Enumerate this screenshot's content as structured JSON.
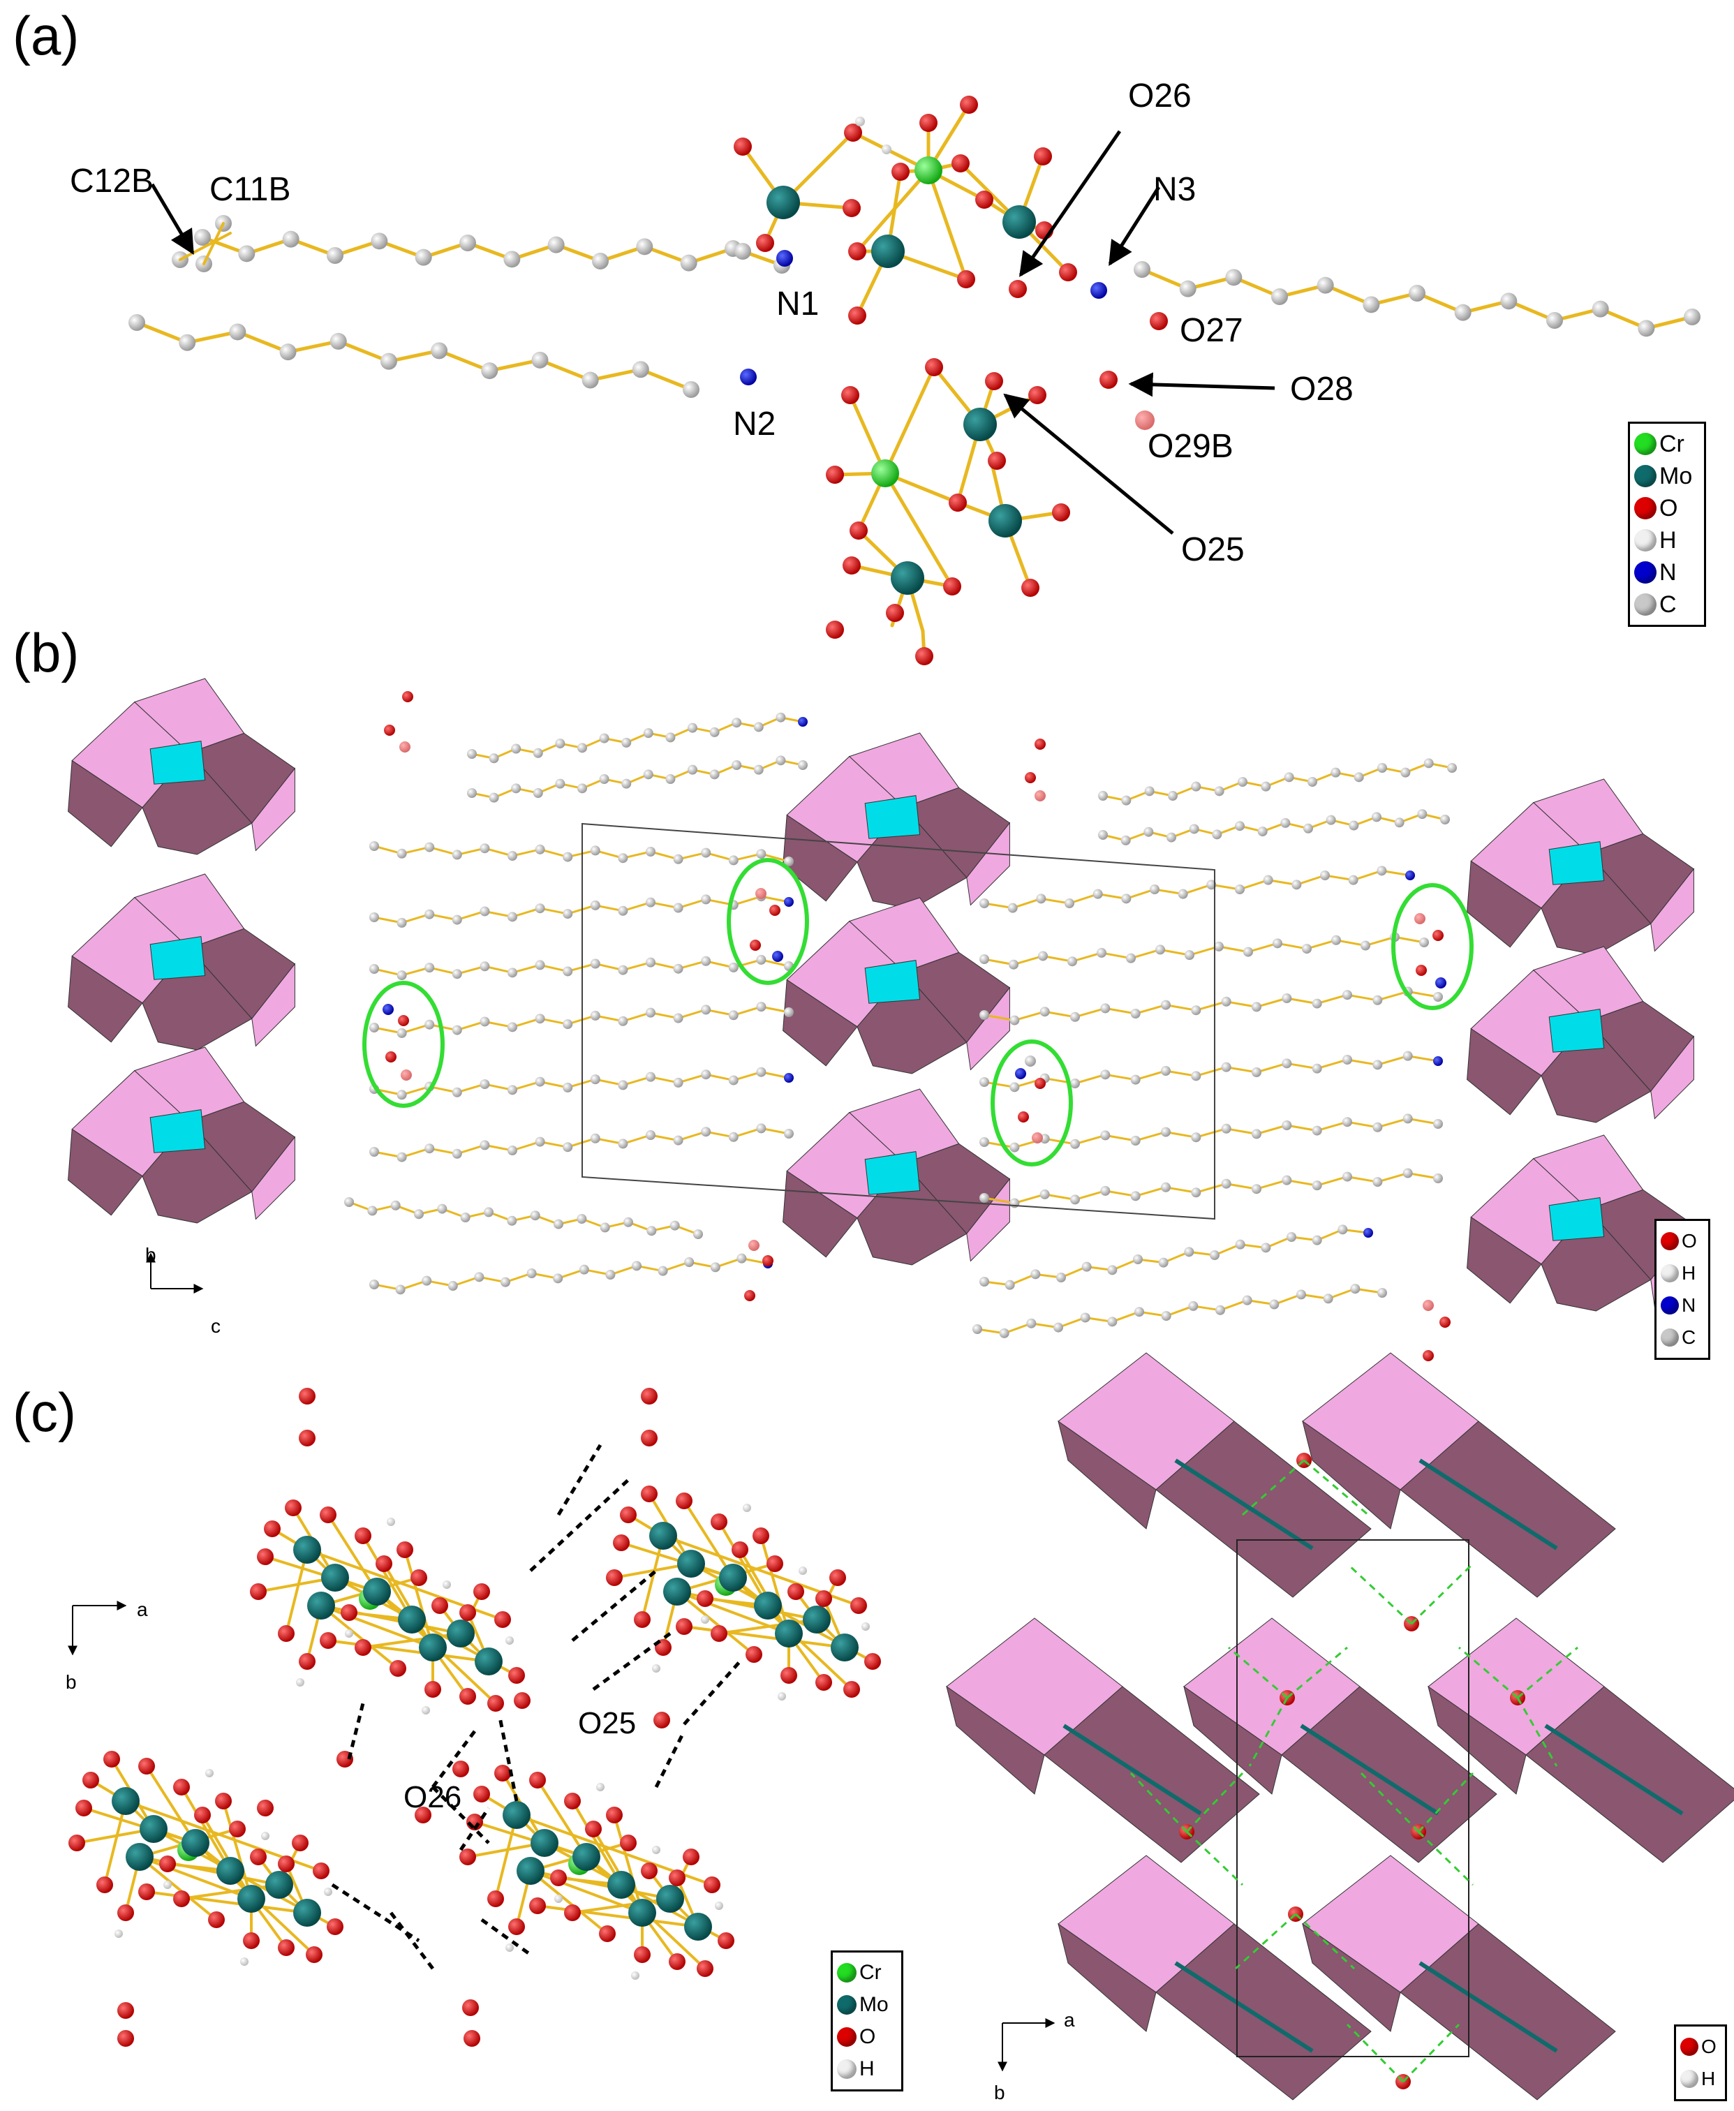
{
  "panels": {
    "a": {
      "label": "(a)",
      "atom_labels": [
        "C12B",
        "C11B",
        "N1",
        "N2",
        "O26",
        "N3",
        "O27",
        "O28",
        "O29B",
        "O25"
      ],
      "legend": [
        {
          "label": "Cr",
          "color": "#22dd22"
        },
        {
          "label": "Mo",
          "color": "#0f6b6b"
        },
        {
          "label": "O",
          "color": "#dd0000"
        },
        {
          "label": "H",
          "color": "#f0f0f0"
        },
        {
          "label": "N",
          "color": "#0000cc"
        },
        {
          "label": "C",
          "color": "#c8c8c8"
        }
      ]
    },
    "b": {
      "label": "(b)",
      "axes": {
        "vertical": "b",
        "horizontal": "c"
      },
      "legend": [
        {
          "label": "O",
          "color": "#dd0000"
        },
        {
          "label": "H",
          "color": "#f0f0f0"
        },
        {
          "label": "N",
          "color": "#0000cc"
        },
        {
          "label": "C",
          "color": "#c8c8c8"
        }
      ]
    },
    "c": {
      "label": "(c)",
      "left_axes": {
        "horizontal": "a",
        "vertical": "b"
      },
      "right_axes": {
        "horizontal": "a",
        "vertical": "b"
      },
      "atom_labels": [
        "O25",
        "O26"
      ],
      "legend_left": [
        {
          "label": "Cr",
          "color": "#22dd22"
        },
        {
          "label": "Mo",
          "color": "#0f6b6b"
        },
        {
          "label": "O",
          "color": "#dd0000"
        },
        {
          "label": "H",
          "color": "#f0f0f0"
        }
      ],
      "legend_right": [
        {
          "label": "O",
          "color": "#dd0000"
        },
        {
          "label": "H",
          "color": "#f0f0f0"
        }
      ]
    }
  },
  "colors": {
    "bond": "#e8b820",
    "polyhedron_light": "#f0a8e0",
    "polyhedron_dark": "#8a5670",
    "cr_center": "#00dde8",
    "hbond_green": "#33cc33",
    "ellipse_green": "#33dd33"
  }
}
